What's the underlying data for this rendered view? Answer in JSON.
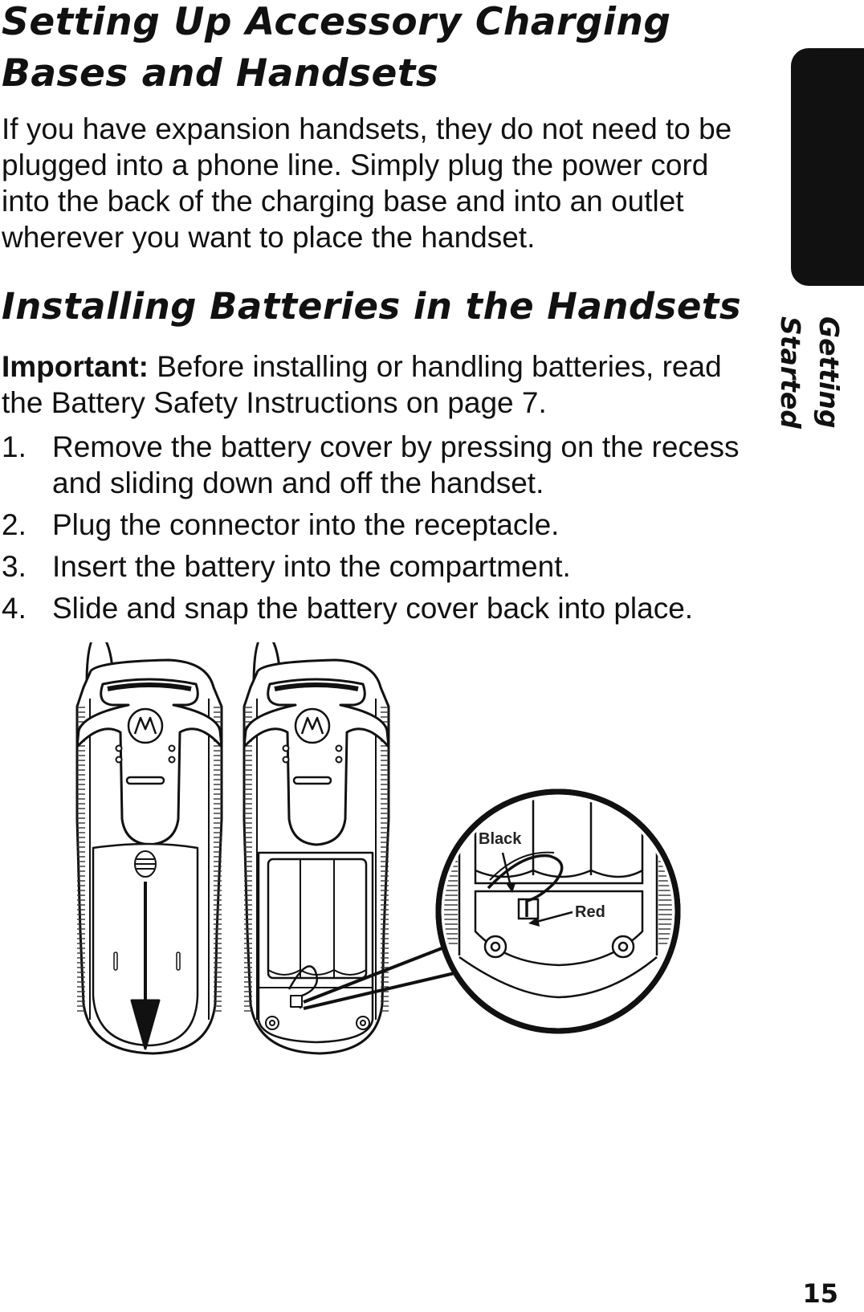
{
  "section_tab": {
    "label": "Getting Started"
  },
  "page_number": "15",
  "sections": [
    {
      "heading": "Setting Up Accessory Charging Bases and Handsets",
      "paragraph": "If you have expansion handsets, they do not need to be plugged into a phone line. Simply plug the power cord into the back of the charging base and into an outlet wherever you want to place the handset."
    },
    {
      "heading": "Installing Batteries in the Handsets",
      "important_label": "Important:",
      "important_text": "Before installing or handling batteries, read the Battery Safety Instructions on page 7.",
      "steps": [
        {
          "number": "1.",
          "text": "Remove the battery cover by pressing on the recess and sliding down and off the handset."
        },
        {
          "number": "2.",
          "text": "Plug the connector into the receptacle."
        },
        {
          "number": "3.",
          "text": "Insert the battery into the compartment."
        },
        {
          "number": "4.",
          "text": "Slide and snap the battery cover back into place."
        }
      ]
    }
  ],
  "illustration": {
    "wire_labels": {
      "black": "Black",
      "red": "Red"
    },
    "colors": {
      "ink": "#111111",
      "paper": "#ffffff"
    }
  }
}
